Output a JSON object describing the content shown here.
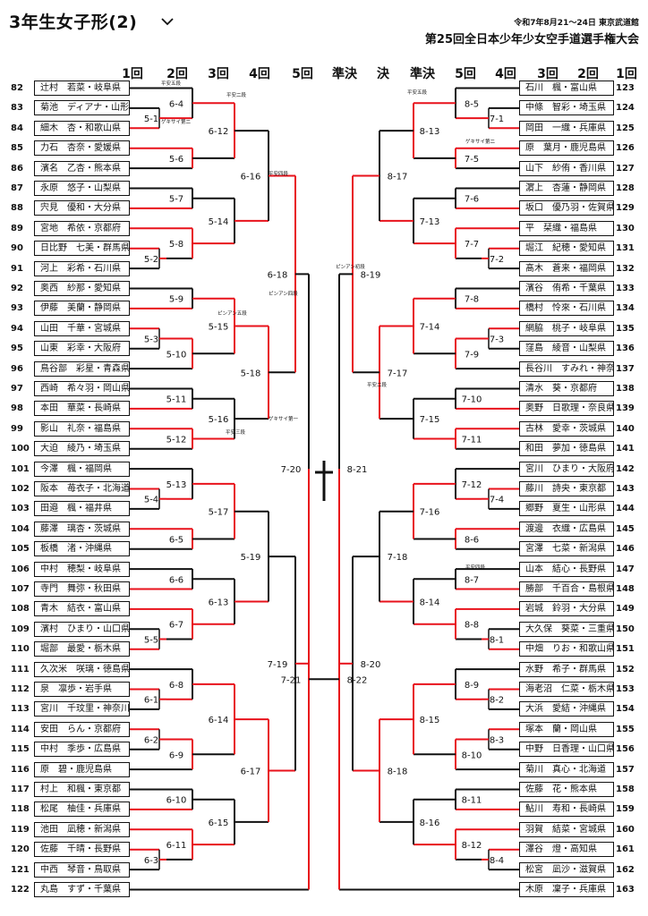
{
  "header": {
    "title": "3年生女子形(2)",
    "dropdown_icon": "chevron-down-icon",
    "dates": "令和7年8月21～24日 東京武道館",
    "tournament": "第25回全日本少年少女空手道選手権大会"
  },
  "round_headers": [
    "1回",
    "2回",
    "3回",
    "4回",
    "5回",
    "準決",
    "決",
    "準決",
    "5回",
    "4回",
    "3回",
    "2回",
    "1回"
  ],
  "colors": {
    "win": "#e8121b",
    "line": "#111111"
  },
  "left_players": [
    {
      "no": "82",
      "name": "辻村　若菜・岐阜県"
    },
    {
      "no": "83",
      "name": "菊池　ディアナ・山形県"
    },
    {
      "no": "84",
      "name": "細木　杏・和歌山県"
    },
    {
      "no": "85",
      "name": "力石　杏奈・愛媛県"
    },
    {
      "no": "86",
      "name": "濱名　乙杏・熊本県"
    },
    {
      "no": "87",
      "name": "永原　悠子・山梨県"
    },
    {
      "no": "88",
      "name": "宍見　優和・大分県"
    },
    {
      "no": "89",
      "name": "宮地　希依・京都府"
    },
    {
      "no": "90",
      "name": "日比野　七美・群馬県"
    },
    {
      "no": "91",
      "name": "河上　彩希・石川県"
    },
    {
      "no": "92",
      "name": "奥西　紗那・愛知県"
    },
    {
      "no": "93",
      "name": "伊藤　美蘭・静岡県"
    },
    {
      "no": "94",
      "name": "山田　千華・宮城県"
    },
    {
      "no": "95",
      "name": "山東　彩幸・大阪府"
    },
    {
      "no": "96",
      "name": "鳥谷部　彩星・青森県"
    },
    {
      "no": "97",
      "name": "西崎　希々羽・岡山県"
    },
    {
      "no": "98",
      "name": "本田　華菜・長崎県"
    },
    {
      "no": "99",
      "name": "影山　礼奈・福島県"
    },
    {
      "no": "100",
      "name": "大迫　綾乃・埼玉県"
    },
    {
      "no": "101",
      "name": "今澤　楓・福岡県"
    },
    {
      "no": "102",
      "name": "阪本　苺衣子・北海道"
    },
    {
      "no": "103",
      "name": "田邉　楓・福井県"
    },
    {
      "no": "104",
      "name": "藤澤　璃杏・茨城県"
    },
    {
      "no": "105",
      "name": "板橋　渚・沖縄県"
    },
    {
      "no": "106",
      "name": "中村　穂梨・岐阜県"
    },
    {
      "no": "107",
      "name": "寺門　舞弥・秋田県"
    },
    {
      "no": "108",
      "name": "青木　結衣・富山県"
    },
    {
      "no": "109",
      "name": "濱村　ひまり・山口県"
    },
    {
      "no": "110",
      "name": "堀部　最愛・栃木県"
    },
    {
      "no": "111",
      "name": "久次米　咲璃・徳島県"
    },
    {
      "no": "112",
      "name": "泉　凛歩・岩手県"
    },
    {
      "no": "113",
      "name": "宮川　千玟里・神奈川県"
    },
    {
      "no": "114",
      "name": "安田　らん・京都府"
    },
    {
      "no": "115",
      "name": "中村　季歩・広島県"
    },
    {
      "no": "116",
      "name": "原　碧・鹿児島県"
    },
    {
      "no": "117",
      "name": "村上　和楓・東京都"
    },
    {
      "no": "118",
      "name": "松尾　柚佳・兵庫県"
    },
    {
      "no": "119",
      "name": "池田　凪穂・新潟県"
    },
    {
      "no": "120",
      "name": "佐藤　千晴・長野県"
    },
    {
      "no": "121",
      "name": "中西　琴音・鳥取県"
    },
    {
      "no": "122",
      "name": "丸島　すず・千葉県"
    }
  ],
  "right_players": [
    {
      "no": "123",
      "name": "石川　楓・富山県"
    },
    {
      "no": "124",
      "name": "中條　智彩・埼玉県"
    },
    {
      "no": "125",
      "name": "岡田　一織・兵庫県"
    },
    {
      "no": "126",
      "name": "原　葉月・鹿児島県"
    },
    {
      "no": "127",
      "name": "山下　紗侑・香川県"
    },
    {
      "no": "128",
      "name": "濵上　杏蓮・静岡県"
    },
    {
      "no": "129",
      "name": "坂口　優乃羽・佐賀県"
    },
    {
      "no": "130",
      "name": "平　栞織・福島県"
    },
    {
      "no": "131",
      "name": "堀江　紀穂・愛知県"
    },
    {
      "no": "132",
      "name": "髙木　蒼来・福岡県"
    },
    {
      "no": "133",
      "name": "濱谷　侑希・千葉県"
    },
    {
      "no": "134",
      "name": "橋村　怜來・石川県"
    },
    {
      "no": "135",
      "name": "網脇　桃子・岐阜県"
    },
    {
      "no": "136",
      "name": "窪島　綾音・山梨県"
    },
    {
      "no": "137",
      "name": "長谷川　すみれ・神奈川県"
    },
    {
      "no": "138",
      "name": "清水　葵・京都府"
    },
    {
      "no": "139",
      "name": "奥野　日歌理・奈良県"
    },
    {
      "no": "140",
      "name": "古林　愛幸・茨城県"
    },
    {
      "no": "141",
      "name": "和田　夢加・徳島県"
    },
    {
      "no": "142",
      "name": "宮川　ひまり・大阪府"
    },
    {
      "no": "143",
      "name": "藤川　詩央・東京都"
    },
    {
      "no": "144",
      "name": "郷野　夏生・山形県"
    },
    {
      "no": "145",
      "name": "渡邊　衣織・広島県"
    },
    {
      "no": "146",
      "name": "宮澤　七菜・新潟県"
    },
    {
      "no": "147",
      "name": "山本　結心・長野県"
    },
    {
      "no": "148",
      "name": "勝部　千百合・島根県"
    },
    {
      "no": "149",
      "name": "岩城　鈴羽・大分県"
    },
    {
      "no": "150",
      "name": "大久保　葵菜・三重県"
    },
    {
      "no": "151",
      "name": "中畑　りお・和歌山県"
    },
    {
      "no": "152",
      "name": "水野　希子・群馬県"
    },
    {
      "no": "153",
      "name": "海老沼　仁菜・栃木県"
    },
    {
      "no": "154",
      "name": "大浜　愛結・沖縄県"
    },
    {
      "no": "155",
      "name": "塚本　蘭・岡山県"
    },
    {
      "no": "156",
      "name": "中野　日香理・山口県"
    },
    {
      "no": "157",
      "name": "菊川　真心・北海道"
    },
    {
      "no": "158",
      "name": "佐藤　花・熊本県"
    },
    {
      "no": "159",
      "name": "鮎川　寿和・長崎県"
    },
    {
      "no": "160",
      "name": "羽賀　結菜・宮城県"
    },
    {
      "no": "161",
      "name": "澤谷　燈・高知県"
    },
    {
      "no": "162",
      "name": "松宮　凪沙・滋賀県"
    },
    {
      "no": "163",
      "name": "木原　凜子・兵庫県"
    }
  ],
  "match_labels": {
    "left": [
      "5-1",
      "5-2",
      "5-3",
      "5-4",
      "5-5",
      "6-1",
      "6-2",
      "6-3",
      "6-4",
      "5-6",
      "5-7",
      "5-8",
      "5-9",
      "5-10",
      "5-11",
      "5-12",
      "5-13",
      "6-5",
      "6-6",
      "6-7",
      "6-8",
      "6-9",
      "6-10",
      "6-11",
      "6-12",
      "5-14",
      "5-15",
      "5-16",
      "5-17",
      "6-13",
      "6-14",
      "6-15",
      "6-16",
      "5-18",
      "5-19",
      "6-17",
      "6-18",
      "7-19",
      "7-20",
      "7-21"
    ],
    "right": [
      "7-1",
      "7-2",
      "7-3",
      "7-4",
      "8-1",
      "8-2",
      "8-3",
      "8-4",
      "8-5",
      "7-5",
      "7-6",
      "7-7",
      "7-8",
      "7-9",
      "7-10",
      "7-11",
      "7-12",
      "8-6",
      "8-7",
      "8-8",
      "8-9",
      "8-10",
      "8-11",
      "8-12",
      "8-13",
      "7-13",
      "7-14",
      "7-15",
      "7-16",
      "8-14",
      "8-15",
      "8-16",
      "8-17",
      "7-17",
      "7-18",
      "8-18",
      "8-19",
      "8-20",
      "8-21",
      "8-22"
    ]
  },
  "kata_notes": [
    "平安五段",
    "ゲキサイ第二",
    "平安二段",
    "平安四段",
    "ピンアン四段",
    "ピンアン五段",
    "平安三段",
    "ゲキサイ第一",
    "ピンアン初段"
  ]
}
